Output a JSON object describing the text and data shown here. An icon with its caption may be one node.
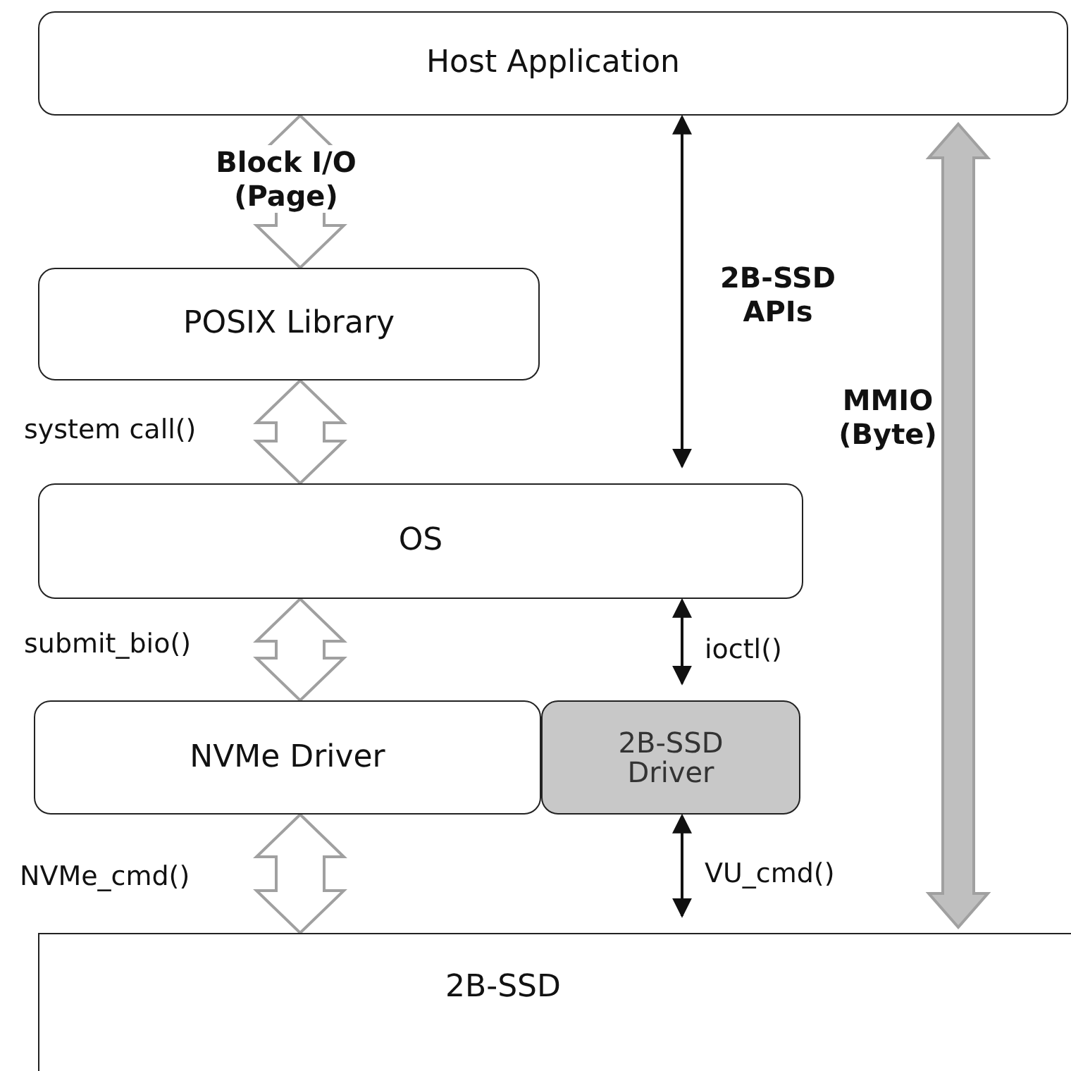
{
  "diagram": {
    "nodes": [
      {
        "text": [
          "Host  Application"
        ]
      },
      {
        "text": [
          "POSIX Library"
        ]
      },
      {
        "text": [
          "OS"
        ]
      },
      {
        "text": [
          "NVMe Driver"
        ]
      },
      {
        "text": [
          "2B-SSD Driver"
        ]
      },
      {
        "text": [
          "2B-SSD"
        ]
      }
    ],
    "edges": [
      {
        "from": 0,
        "to": 1,
        "arrow": "both",
        "style": "thick",
        "label": "Block I/O (Page)"
      },
      {
        "from": 1,
        "to": 2,
        "arrow": "both",
        "style": "thick",
        "label": "system call()"
      },
      {
        "from": 2,
        "to": 3,
        "arrow": "both",
        "style": "thick",
        "label": "submit_bio()"
      },
      {
        "from": 3,
        "to": 5,
        "arrow": "both",
        "style": "thick",
        "label": "NVMe_cmd()"
      },
      {
        "from": 0,
        "to": 2,
        "arrow": "both",
        "label": "2B-SSD APIs"
      },
      {
        "from": 2,
        "to": 4,
        "arrow": "both",
        "label": "ioctl()"
      },
      {
        "from": 4,
        "to": 5,
        "arrow": "both",
        "label": "VU_cmd()"
      },
      {
        "from": 0,
        "to": 5,
        "arrow": "both",
        "style": "thick",
        "color": "#bfbfbf",
        "label": "MMIO (Byte)"
      }
    ]
  }
}
